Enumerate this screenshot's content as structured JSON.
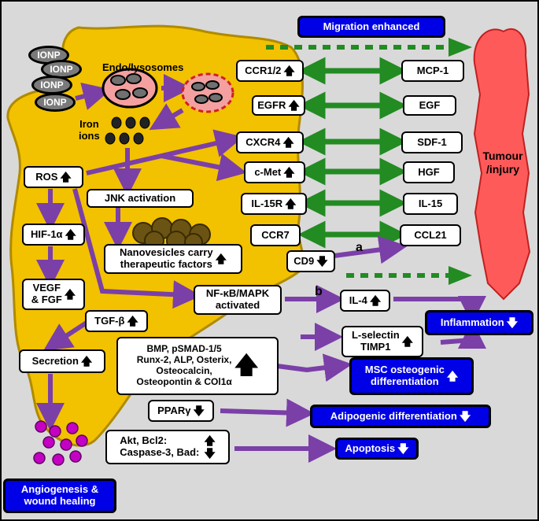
{
  "colors": {
    "cell": "#f2c100",
    "arrow_purple": "#7b3fa8",
    "arrow_green": "#228b22",
    "tumour": "#ff5a5a",
    "blue_box": "#0000e6"
  },
  "ionp_label": "IONP",
  "endo_label": "Endo/lysosomes",
  "iron_label": "Iron\nions",
  "tumour_label": "Tumour\n/injury",
  "labels": {
    "a": "a",
    "b": "b"
  },
  "outcomes": {
    "migration": "Migration enhanced",
    "inflammation": "Inflammation",
    "msc": "MSC osteogenic\ndifferentiation",
    "adipogenic": "Adipogenic differentiation",
    "apoptosis": "Apoptosis",
    "angiogenesis": "Angiogenesis &\nwound healing"
  },
  "receptors": [
    {
      "name": "CCR1/2",
      "ligand": "MCP-1"
    },
    {
      "name": "EGFR",
      "ligand": "EGF"
    },
    {
      "name": "CXCR4",
      "ligand": "SDF-1"
    },
    {
      "name": "c-Met",
      "ligand": "HGF"
    },
    {
      "name": "IL-15R",
      "ligand": "IL-15"
    },
    {
      "name": "CCR7",
      "ligand": "CCL21"
    }
  ],
  "boxes": {
    "cd9": "CD9",
    "ros": "ROS",
    "jnk": "JNK activation",
    "hif": "HIF-1α",
    "vegf": "VEGF\n& FGF",
    "tgf": "TGF-β",
    "secretion": "Secretion",
    "nanovesicles": "Nanovesicles carry\ntherapeutic factors",
    "nfkb": "NF-κB/MAPK\nactivated",
    "il4": "IL-4",
    "lselectin": "L-selectin\nTIMP1",
    "bmp": "BMP, pSMAD-1/5\nRunx-2, ALP, Osterix,\nOsteocalcin,\nOsteopontin & COl1α",
    "ppar": "PPARγ",
    "akt": "Akt, Bcl2:\nCaspase-3, Bad:"
  },
  "arrows": {
    "up": "🡅",
    "down": "🡇"
  }
}
